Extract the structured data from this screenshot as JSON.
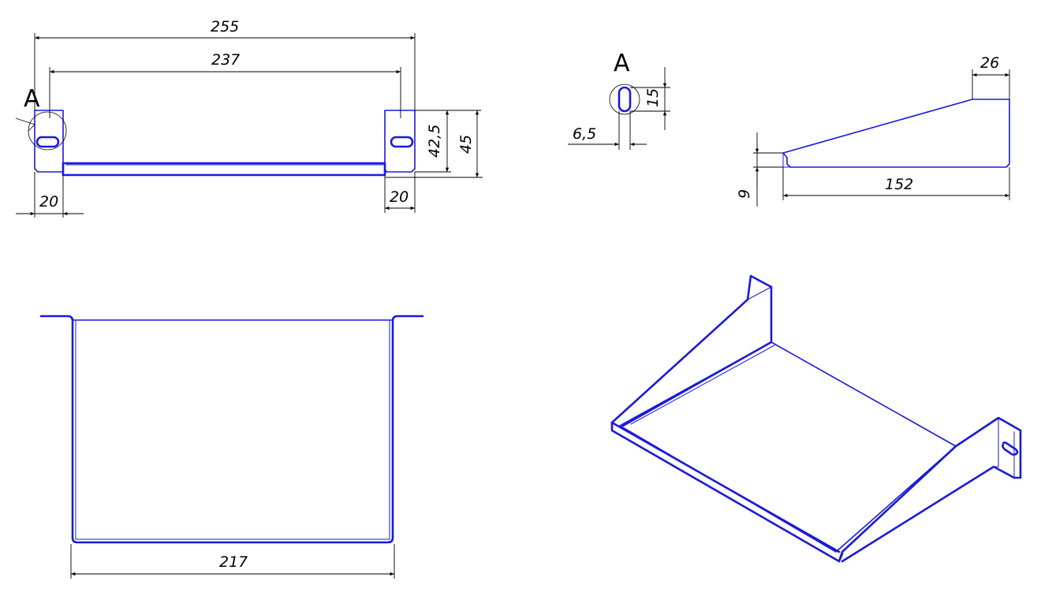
{
  "drawing": {
    "front_view": {
      "overall_width": "255",
      "inner_width": "237",
      "flange_left_width": "20",
      "flange_right_width": "20",
      "flange_height": "42,5",
      "total_height": "45",
      "detail_label": "A"
    },
    "detail_a": {
      "label": "A",
      "slot_width": "6,5",
      "slot_height": "15"
    },
    "side_view": {
      "top_flange": "26",
      "depth": "152",
      "lip_height": "9"
    },
    "top_view": {
      "width": "217"
    },
    "colors": {
      "part": "#1a1adb",
      "dimension": "#000000",
      "background": "#ffffff"
    }
  }
}
